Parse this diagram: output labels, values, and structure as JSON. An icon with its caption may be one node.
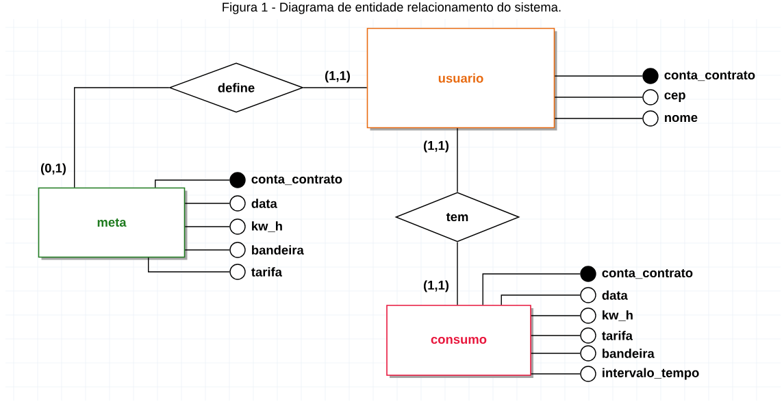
{
  "diagram": {
    "title": "Figura 1 - Diagrama de entidade relacionamento do sistema.",
    "nodes": [
      {
        "text": [
          "define"
        ]
      },
      {
        "text": [
          "usuario"
        ]
      },
      {
        "text": [],
        "shape": "dot",
        "beside": [
          "conta_contrato"
        ]
      },
      {
        "text": [],
        "shape": "circle",
        "beside": [
          "cep"
        ]
      },
      {
        "text": [],
        "shape": "circle",
        "beside": [
          "nome"
        ]
      },
      {
        "text": [
          "meta"
        ]
      },
      {
        "text": [],
        "shape": "dot",
        "beside": [
          "conta_contrato"
        ]
      },
      {
        "text": [],
        "shape": "circle",
        "beside": [
          "data"
        ]
      },
      {
        "text": [],
        "shape": "circle",
        "beside": [
          "kw_h"
        ]
      },
      {
        "text": [],
        "shape": "circle",
        "beside": [
          "bandeira"
        ]
      },
      {
        "text": [],
        "shape": "circle",
        "beside": [
          "tarifa"
        ]
      },
      {
        "text": [
          "tem"
        ]
      },
      {
        "text": [
          "consumo"
        ]
      },
      {
        "text": [],
        "shape": "dot",
        "beside": [
          "conta_contrato"
        ]
      },
      {
        "text": [],
        "shape": "circle",
        "beside": [
          "data"
        ]
      },
      {
        "text": [],
        "shape": "circle",
        "beside": [
          "kw_h"
        ]
      },
      {
        "text": [],
        "shape": "circle",
        "beside": [
          "tarifa"
        ]
      },
      {
        "text": [],
        "shape": "circle",
        "beside": [
          "bandeira"
        ]
      },
      {
        "text": [],
        "shape": "circle",
        "beside": [
          "intervalo_tempo"
        ]
      }
    ],
    "edges": [
      {
        "from": 5,
        "to": 0,
        "arrow": "none",
        "label": "(0,1)"
      },
      {
        "from": 0,
        "to": 1,
        "arrow": "none",
        "label": "(1,1)"
      },
      {
        "from": 1,
        "to": 11,
        "arrow": "none",
        "label": "(1,1)"
      },
      {
        "from": 11,
        "to": 12,
        "arrow": "none",
        "label": "(1,1)"
      },
      {
        "from": 1,
        "to": 2,
        "arrow": "none"
      },
      {
        "from": 1,
        "to": 3,
        "arrow": "none"
      },
      {
        "from": 1,
        "to": 4,
        "arrow": "none"
      },
      {
        "from": 5,
        "to": 6,
        "arrow": "none"
      },
      {
        "from": 5,
        "to": 7,
        "arrow": "none"
      },
      {
        "from": 5,
        "to": 8,
        "arrow": "none"
      },
      {
        "from": 5,
        "to": 9,
        "arrow": "none"
      },
      {
        "from": 5,
        "to": 10,
        "arrow": "none"
      },
      {
        "from": 12,
        "to": 13,
        "arrow": "none"
      },
      {
        "from": 12,
        "to": 14,
        "arrow": "none"
      },
      {
        "from": 12,
        "to": 15,
        "arrow": "none"
      },
      {
        "from": 12,
        "to": 16,
        "arrow": "none"
      },
      {
        "from": 12,
        "to": 17,
        "arrow": "none"
      },
      {
        "from": 12,
        "to": 18,
        "arrow": "none"
      }
    ]
  }
}
